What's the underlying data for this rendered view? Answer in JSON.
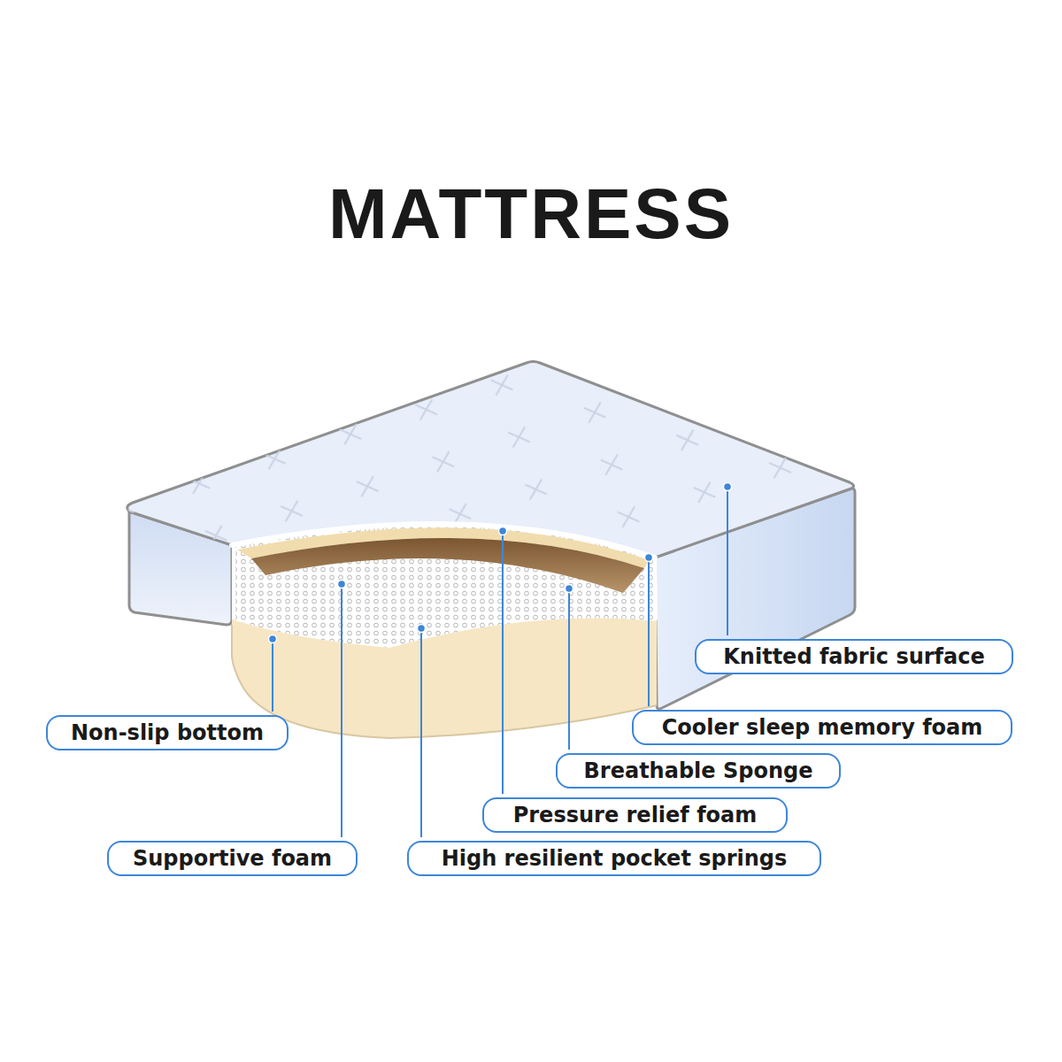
{
  "diagram": {
    "title": "MATTRESS",
    "nodes": [
      {
        "text": [
          "Knitted fabric surface"
        ]
      },
      {
        "text": [
          "Non-slip bottom"
        ]
      },
      {
        "text": [
          "Cooler sleep memory foam"
        ]
      },
      {
        "text": [
          "Breathable Sponge"
        ]
      },
      {
        "text": [
          "Pressure relief foam"
        ]
      },
      {
        "text": [
          "Supportive foam"
        ]
      },
      {
        "text": [
          "High resilient pocket springs"
        ]
      }
    ]
  }
}
